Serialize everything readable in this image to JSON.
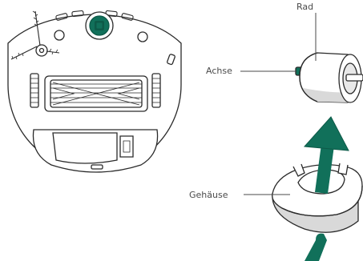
{
  "labels": {
    "wheel": "Rad",
    "axle": "Achse",
    "housing": "Gehäuse"
  },
  "colors": {
    "line": "#2a2a2a",
    "accent": "#11705a",
    "shade": "#d9d9d9",
    "text": "#4a4a4a"
  }
}
